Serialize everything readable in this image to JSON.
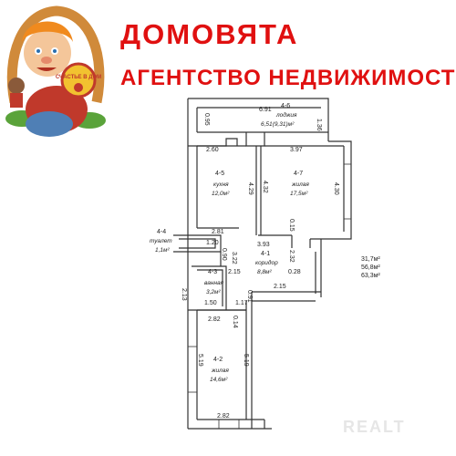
{
  "header": {
    "title_line1": "ДОМОВЯТА",
    "title_line2": "АГЕНТСТВО НЕДВИЖИМОСТИ",
    "logo_badge_text": "СЧАСТЬЕ В ДОМ",
    "brand_color": "#e01010"
  },
  "totals": [
    "31,7м²",
    "56,8м²",
    "63,3м²"
  ],
  "rooms": [
    {
      "id": "4-6",
      "name": "лоджия",
      "area": "6,51(9,31)м²"
    },
    {
      "id": "4-5",
      "name": "кухня",
      "area": "12,0м²"
    },
    {
      "id": "4-7",
      "name": "жилая",
      "area": "17,5м²"
    },
    {
      "id": "4-4",
      "name": "туалет",
      "area": "1,1м²"
    },
    {
      "id": "4-1",
      "name": "коридор",
      "area": "8,8м²"
    },
    {
      "id": "4-3",
      "name": "ванная",
      "area": "3,2м²"
    },
    {
      "id": "4-2",
      "name": "жилая",
      "area": "14,6м²"
    }
  ],
  "dimensions": [
    "6.91",
    "1.36",
    "0.95",
    "2.60",
    "3.97",
    "4.29",
    "4.32",
    "4.30",
    "2.81",
    "0.15",
    "1.20",
    "3.93",
    "2.32",
    "3.22",
    "0.90",
    "2.15",
    "2.13",
    "0.28",
    "2.15",
    "0.91",
    "1.50",
    "1.17",
    "2.82",
    "0.14",
    "5.19",
    "5.19",
    "2.82"
  ],
  "watermark": "REALT"
}
